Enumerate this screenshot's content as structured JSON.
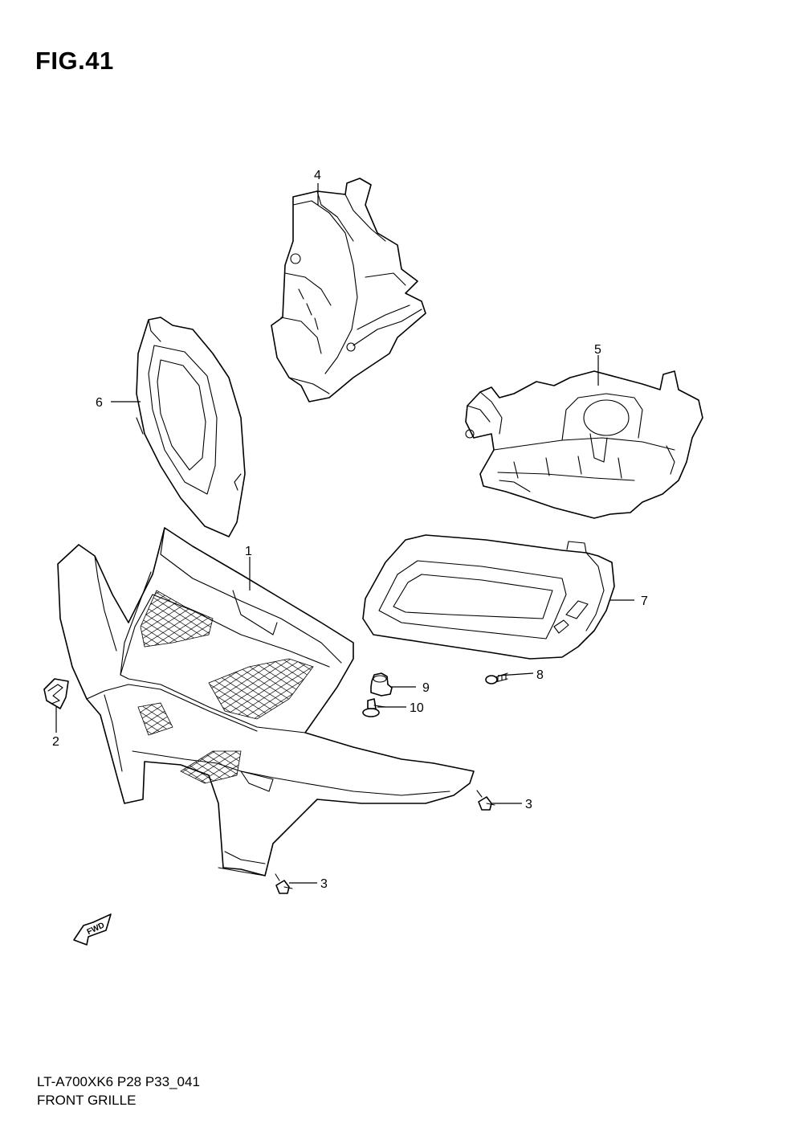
{
  "figure": {
    "title": "FIG.41",
    "model_code": "LT-A700XK6 P28 P33_041",
    "name": "FRONT GRILLE",
    "fwd_label": "FWD"
  },
  "callouts": {
    "p1": "1",
    "p2": "2",
    "p3a": "3",
    "p3b": "3",
    "p4": "4",
    "p5": "5",
    "p6": "6",
    "p7": "7",
    "p8": "8",
    "p9": "9",
    "p10": "10"
  }
}
